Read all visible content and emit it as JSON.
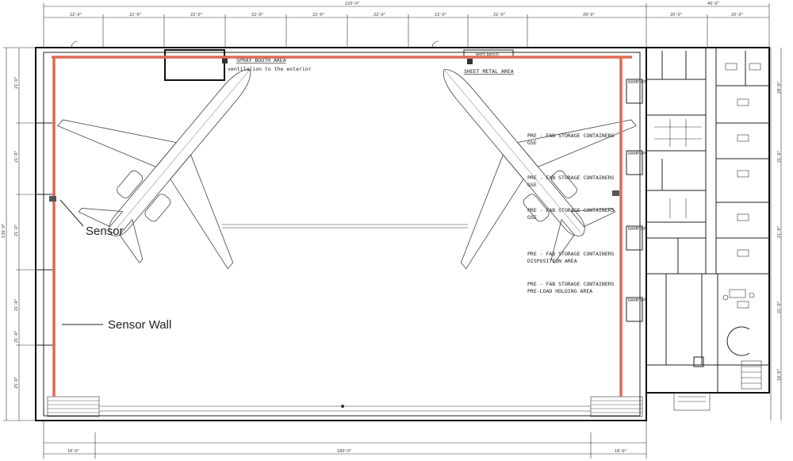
{
  "drawing": {
    "top_dims": [
      "22'-0\"",
      "22'-0\"",
      "22'-0\"",
      "22'-0\"",
      "22'-0\"",
      "22'-0\"",
      "22'-0\"",
      "21'-0\"",
      "29'-0\""
    ],
    "top_total": "220'-0\"",
    "right_top_total": "40'-0\"",
    "right_top_dims": [
      "20'-0\"",
      "20'-0\""
    ],
    "left_dims": [
      "21'-0\"",
      "21'-0\"",
      "21'-0\"",
      "21'-0\"",
      "21'-0\"",
      "25'-0\""
    ],
    "left_total": "136'-0\"",
    "bottom_dims": [
      "16'-0\"",
      "180'-0\"",
      "16'-0\""
    ],
    "right_dims": [
      "28'-0\"",
      "21'-0\"",
      "21'-0\"",
      "21'-0\"",
      "16'-0\""
    ]
  },
  "areas": {
    "spray_booth": "SPRAY BOOTH AREA",
    "spray_booth_note": "ventilation to the exterior",
    "sheet_metal": "SHEET METAL AREA",
    "work_bench": "work bench"
  },
  "storage": [
    {
      "line1": "PRE - FAB STORAGE CONTAINERS",
      "line2": "GSE"
    },
    {
      "line1": "PRE - FAB STORAGE CONTAINERS",
      "line2": "GSE"
    },
    {
      "line1": "PRE - FAB STORAGE CONTAINERS",
      "line2": "GSE"
    },
    {
      "line1": "PRE - FAB STORAGE CONTAINERS",
      "line2": "DISPOSITION AREA"
    },
    {
      "line1": "PRE - FAB STORAGE CONTAINERS",
      "line2": "PRE-LOAD HOLDING AREA"
    }
  ],
  "ramps": [
    "RAMP UP",
    "RAMP UP",
    "RAMP UP",
    "RAMP UP"
  ],
  "callouts": {
    "sensor": "Sensor",
    "sensor_wall": "Sensor Wall"
  },
  "colors": {
    "sensor_wall": "#e06a55",
    "linework": "#222222"
  }
}
